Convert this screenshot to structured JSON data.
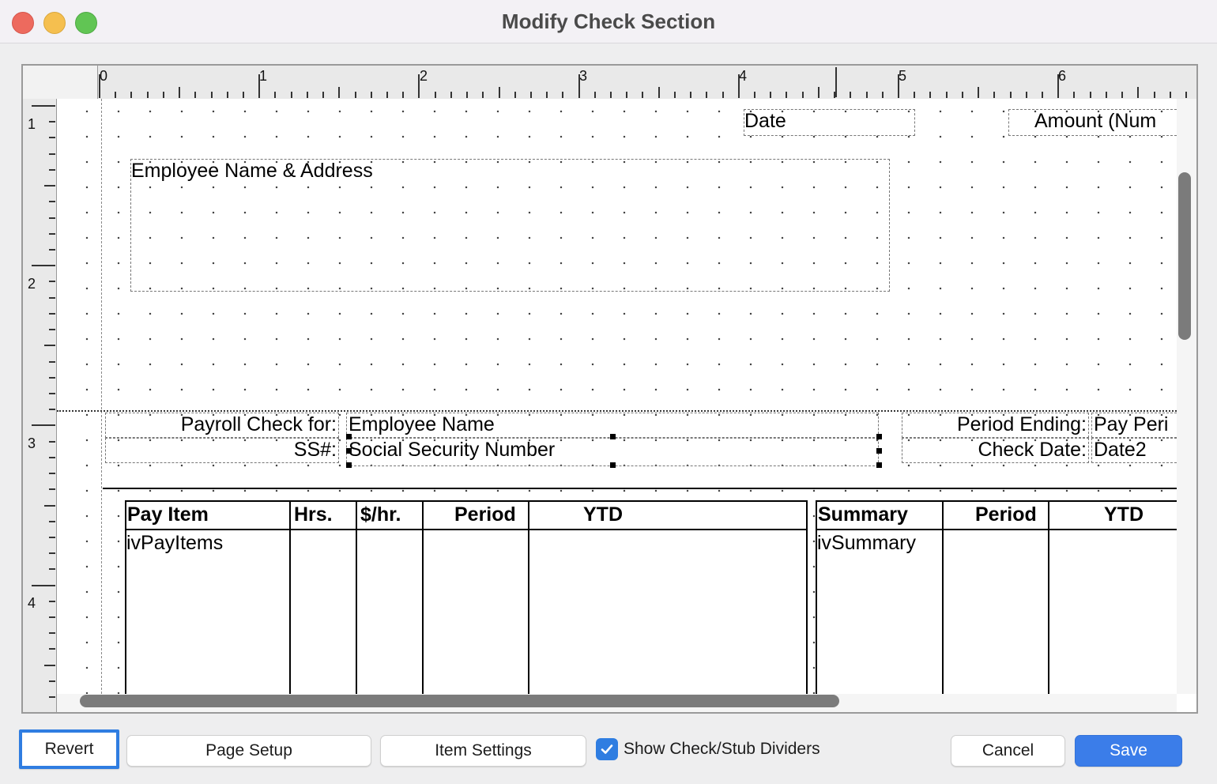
{
  "window": {
    "title": "Modify Check Section"
  },
  "ruler": {
    "horizontal": [
      "0",
      "1",
      "2",
      "3",
      "4",
      "5",
      "6"
    ],
    "vertical": [
      "1",
      "2",
      "3",
      "4"
    ]
  },
  "check": {
    "date_field": "Date",
    "amount_field": "Amount (Num",
    "employee_address_field": "Employee Name & Address"
  },
  "stub": {
    "payroll_label": "Payroll Check for:",
    "employee_name_field": "Employee Name",
    "ss_label": "SS#:",
    "ssn_field": "Social Security Number",
    "period_ending_label": "Period Ending:",
    "pay_period_field": "Pay Peri",
    "check_date_label": "Check Date:",
    "date2_field": "Date2",
    "pay_table": {
      "headers": [
        "Pay Item",
        "Hrs.",
        "$/hr.",
        "Period",
        "YTD"
      ],
      "body": "ivPayItems"
    },
    "summary_table": {
      "headers": [
        "Summary",
        "Period",
        "YTD"
      ],
      "body": "ivSummary"
    }
  },
  "footer": {
    "revert": "Revert",
    "page_setup": "Page Setup",
    "item_settings": "Item Settings",
    "show_dividers": "Show Check/Stub Dividers",
    "show_dividers_checked": true,
    "cancel": "Cancel",
    "save": "Save"
  },
  "colors": {
    "accent": "#2f7de1",
    "save_button": "#3b7de9"
  }
}
